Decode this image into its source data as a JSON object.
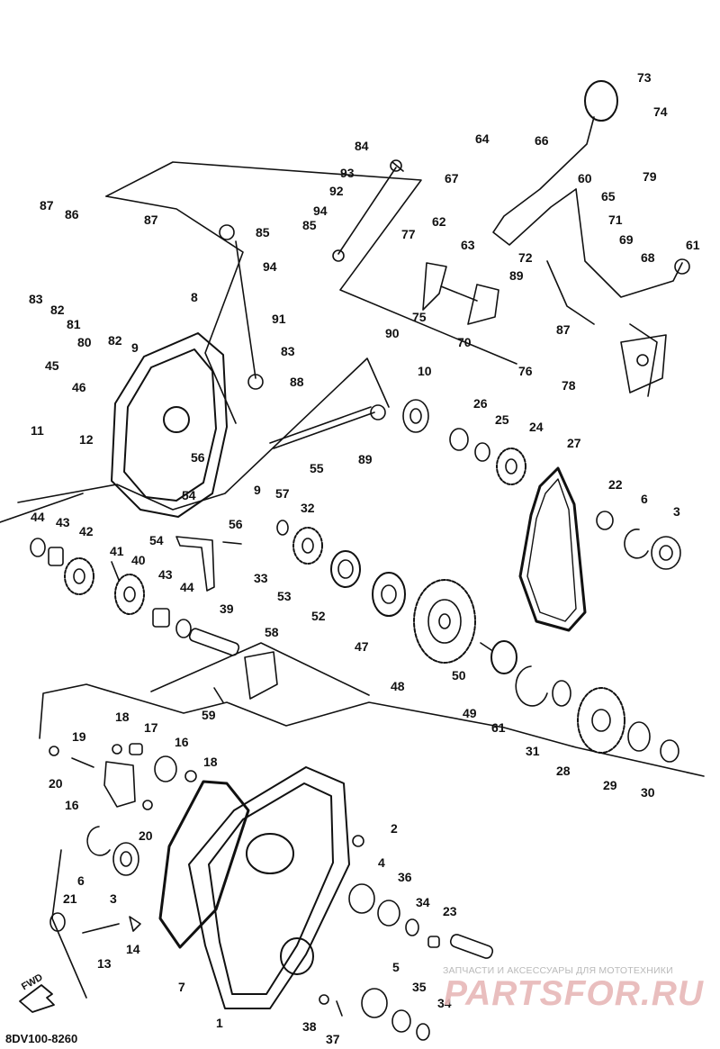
{
  "diagram_code": "8DV100-8260",
  "watermark": {
    "tagline": "ЗАПЧАСТИ И АКСЕССУАРЫ ДЛЯ МОТОТЕХНИКИ",
    "brand": "PARTSFOR.RU"
  },
  "direction_marker": "FWD",
  "callouts": [
    {
      "id": "c73",
      "text": "73"
    },
    {
      "id": "c74",
      "text": "74"
    },
    {
      "id": "c64",
      "text": "64"
    },
    {
      "id": "c66",
      "text": "66"
    },
    {
      "id": "c84",
      "text": "84"
    },
    {
      "id": "c93",
      "text": "93"
    },
    {
      "id": "c92",
      "text": "92"
    },
    {
      "id": "c94a",
      "text": "94"
    },
    {
      "id": "c85a",
      "text": "85"
    },
    {
      "id": "c67",
      "text": "67"
    },
    {
      "id": "c60",
      "text": "60"
    },
    {
      "id": "c65a",
      "text": "65"
    },
    {
      "id": "c79",
      "text": "79"
    },
    {
      "id": "c87a",
      "text": "87"
    },
    {
      "id": "c86",
      "text": "86"
    },
    {
      "id": "c87b",
      "text": "87"
    },
    {
      "id": "c85b",
      "text": "85"
    },
    {
      "id": "c77",
      "text": "77"
    },
    {
      "id": "c62",
      "text": "62"
    },
    {
      "id": "c63a",
      "text": "63"
    },
    {
      "id": "c72",
      "text": "72"
    },
    {
      "id": "c71",
      "text": "71"
    },
    {
      "id": "c69",
      "text": "69"
    },
    {
      "id": "c68",
      "text": "68"
    },
    {
      "id": "c61a",
      "text": "61"
    },
    {
      "id": "c83a",
      "text": "83"
    },
    {
      "id": "c82a",
      "text": "82"
    },
    {
      "id": "c94b",
      "text": "94"
    },
    {
      "id": "c89a",
      "text": "89"
    },
    {
      "id": "c81",
      "text": "81"
    },
    {
      "id": "c80",
      "text": "80"
    },
    {
      "id": "c82b",
      "text": "82"
    },
    {
      "id": "c8",
      "text": "8"
    },
    {
      "id": "c91",
      "text": "91"
    },
    {
      "id": "c75",
      "text": "75"
    },
    {
      "id": "c70",
      "text": "70"
    },
    {
      "id": "c87c",
      "text": "87"
    },
    {
      "id": "c9a",
      "text": "9"
    },
    {
      "id": "c83b",
      "text": "83"
    },
    {
      "id": "c90",
      "text": "90"
    },
    {
      "id": "c45",
      "text": "45"
    },
    {
      "id": "c46",
      "text": "46"
    },
    {
      "id": "c88",
      "text": "88"
    },
    {
      "id": "c76",
      "text": "76"
    },
    {
      "id": "c78",
      "text": "78"
    },
    {
      "id": "c10",
      "text": "10"
    },
    {
      "id": "c11",
      "text": "11"
    },
    {
      "id": "c26",
      "text": "26"
    },
    {
      "id": "c25",
      "text": "25"
    },
    {
      "id": "c24",
      "text": "24"
    },
    {
      "id": "c27",
      "text": "27"
    },
    {
      "id": "c12",
      "text": "12"
    },
    {
      "id": "c89b",
      "text": "89"
    },
    {
      "id": "c56a",
      "text": "56"
    },
    {
      "id": "c55",
      "text": "55"
    },
    {
      "id": "c9b",
      "text": "9"
    },
    {
      "id": "c57",
      "text": "57"
    },
    {
      "id": "c54a",
      "text": "54"
    },
    {
      "id": "c22",
      "text": "22"
    },
    {
      "id": "c6a",
      "text": "6"
    },
    {
      "id": "c3a",
      "text": "3"
    },
    {
      "id": "c32",
      "text": "32"
    },
    {
      "id": "c44a",
      "text": "44"
    },
    {
      "id": "c43a",
      "text": "43"
    },
    {
      "id": "c42",
      "text": "42"
    },
    {
      "id": "c56b",
      "text": "56"
    },
    {
      "id": "c54b",
      "text": "54"
    },
    {
      "id": "c41",
      "text": "41"
    },
    {
      "id": "c40",
      "text": "40"
    },
    {
      "id": "c33",
      "text": "33"
    },
    {
      "id": "c53",
      "text": "53"
    },
    {
      "id": "c43b",
      "text": "43"
    },
    {
      "id": "c44b",
      "text": "44"
    },
    {
      "id": "c52",
      "text": "52"
    },
    {
      "id": "c47",
      "text": "47"
    },
    {
      "id": "c39",
      "text": "39"
    },
    {
      "id": "c58",
      "text": "58"
    },
    {
      "id": "c50",
      "text": "50"
    },
    {
      "id": "c48",
      "text": "48"
    },
    {
      "id": "c59",
      "text": "59"
    },
    {
      "id": "c49",
      "text": "49"
    },
    {
      "id": "c61b",
      "text": "61"
    },
    {
      "id": "c31",
      "text": "31"
    },
    {
      "id": "c18a",
      "text": "18"
    },
    {
      "id": "c17",
      "text": "17"
    },
    {
      "id": "c19",
      "text": "19"
    },
    {
      "id": "c16a",
      "text": "16"
    },
    {
      "id": "c18b",
      "text": "18"
    },
    {
      "id": "c28",
      "text": "28"
    },
    {
      "id": "c29",
      "text": "29"
    },
    {
      "id": "c30",
      "text": "30"
    },
    {
      "id": "c20a",
      "text": "20"
    },
    {
      "id": "c16b",
      "text": "16"
    },
    {
      "id": "c20b",
      "text": "20"
    },
    {
      "id": "c2",
      "text": "2"
    },
    {
      "id": "c6b",
      "text": "6"
    },
    {
      "id": "c3b",
      "text": "3"
    },
    {
      "id": "c4",
      "text": "4"
    },
    {
      "id": "c36",
      "text": "36"
    },
    {
      "id": "c34a",
      "text": "34"
    },
    {
      "id": "c23",
      "text": "23"
    },
    {
      "id": "c21",
      "text": "21"
    },
    {
      "id": "c13",
      "text": "13"
    },
    {
      "id": "c14",
      "text": "14"
    },
    {
      "id": "c7",
      "text": "7"
    },
    {
      "id": "c5",
      "text": "5"
    },
    {
      "id": "c35",
      "text": "35"
    },
    {
      "id": "c34b",
      "text": "34"
    },
    {
      "id": "c1",
      "text": "1"
    },
    {
      "id": "c38",
      "text": "38"
    },
    {
      "id": "c37",
      "text": "37"
    }
  ]
}
